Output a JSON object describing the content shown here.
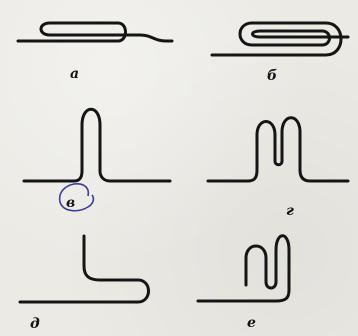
{
  "figures": [
    {
      "id": "a",
      "label": "а"
    },
    {
      "id": "b",
      "label": "б"
    },
    {
      "id": "v",
      "label": "в"
    },
    {
      "id": "g",
      "label": "г"
    },
    {
      "id": "d",
      "label": "д"
    },
    {
      "id": "e",
      "label": "е"
    }
  ],
  "annotation": {
    "type": "hand-drawn circle around label",
    "target": "в",
    "color": "#3b3b9a"
  }
}
